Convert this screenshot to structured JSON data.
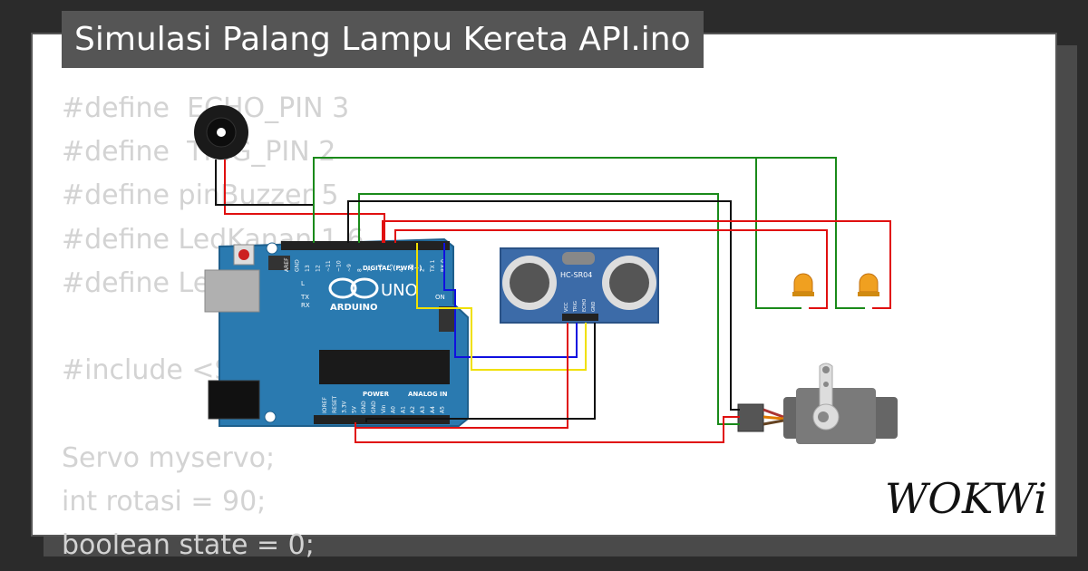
{
  "title": "Simulasi Palang Lampu Kereta API.ino",
  "code_lines": [
    "#define  ECHO_PIN 3",
    "#define  TRIG_PIN 2",
    "#define pinBuzzer 5",
    "#define LedKanan 1 6",
    "#define LedKiri 1 7",
    "",
    "#include <Servo.h>",
    "",
    "Servo myservo;",
    "int rotasi = 90;",
    "boolean state = 0;"
  ],
  "board": {
    "brand": "ARDUINO",
    "model": "UNO",
    "digital_label": "DIGITAL (PWM~)",
    "power_label": "POWER",
    "analog_label": "ANALOG IN",
    "on_label": "ON",
    "tx_label": "TX",
    "rx_label": "RX",
    "l_label": "L",
    "digital_pins": [
      "AREF",
      "GND",
      "13",
      "12",
      "~11",
      "~10",
      "~9",
      "8",
      "7",
      "~6",
      "~5",
      "4",
      "~3",
      "2",
      "TX 1",
      "RX 0"
    ],
    "power_pins": [
      "IOREF",
      "RESET",
      "3.3V",
      "5V",
      "GND",
      "GND",
      "Vin"
    ],
    "analog_pins": [
      "A0",
      "A1",
      "A2",
      "A3",
      "A4",
      "A5"
    ]
  },
  "sensor": {
    "label": "HC-SR04",
    "pins": [
      "VCC",
      "TRIG",
      "ECHO",
      "GND"
    ]
  },
  "logo": "WOKWi",
  "colors": {
    "background": "#2b2b2b",
    "title_bg": "#555555",
    "code_text": "#d3d3d3",
    "board": "#2a7ab0",
    "wire_red": "#e01010",
    "wire_green": "#1a8a1a",
    "wire_black": "#111111",
    "wire_blue": "#1010e0",
    "wire_yellow": "#f0e000"
  }
}
